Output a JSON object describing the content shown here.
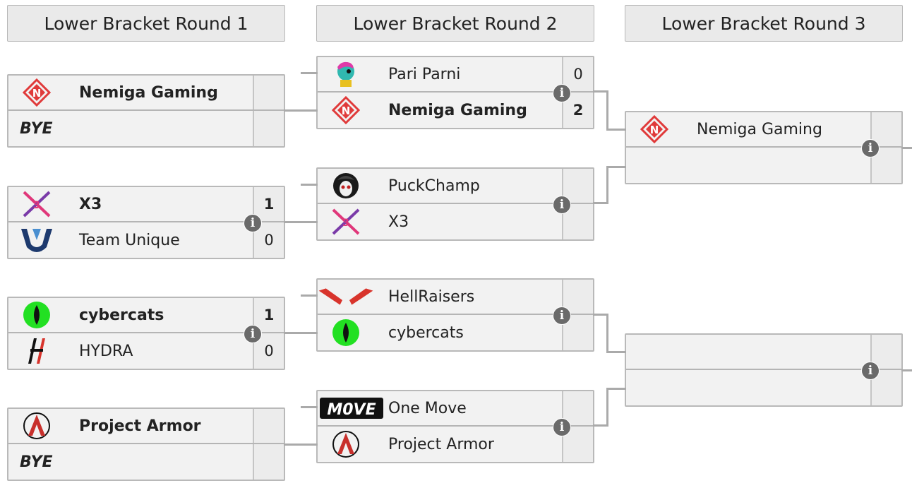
{
  "headers": {
    "round1": "Lower Bracket Round 1",
    "round2": "Lower Bracket Round 2",
    "round3": "Lower Bracket Round 3"
  },
  "round1": {
    "m1": {
      "top": {
        "name": "Nemiga Gaming",
        "score": ""
      },
      "bottom": {
        "name": "BYE",
        "score": ""
      }
    },
    "m2": {
      "top": {
        "name": "X3",
        "score": "1"
      },
      "bottom": {
        "name": "Team Unique",
        "score": "0"
      }
    },
    "m3": {
      "top": {
        "name": "cybercats",
        "score": "1"
      },
      "bottom": {
        "name": "HYDRA",
        "score": "0"
      }
    },
    "m4": {
      "top": {
        "name": "Project Armor",
        "score": ""
      },
      "bottom": {
        "name": "BYE",
        "score": ""
      }
    }
  },
  "round2": {
    "m1": {
      "top": {
        "name": "Pari Parni",
        "score": "0"
      },
      "bottom": {
        "name": "Nemiga Gaming",
        "score": "2"
      }
    },
    "m2": {
      "top": {
        "name": "PuckChamp",
        "score": ""
      },
      "bottom": {
        "name": "X3",
        "score": ""
      }
    },
    "m3": {
      "top": {
        "name": "HellRaisers",
        "score": ""
      },
      "bottom": {
        "name": "cybercats",
        "score": ""
      }
    },
    "m4": {
      "top": {
        "name": "One Move",
        "score": ""
      },
      "bottom": {
        "name": "Project Armor",
        "score": ""
      }
    }
  },
  "round3": {
    "m1": {
      "top": {
        "name": "Nemiga Gaming",
        "score": ""
      },
      "bottom": {
        "name": "",
        "score": ""
      }
    },
    "m2": {
      "top": {
        "name": "",
        "score": ""
      },
      "bottom": {
        "name": "",
        "score": ""
      }
    }
  },
  "info_glyph": "i",
  "logo_text": {
    "move": "M0VE"
  },
  "colors": {
    "nemiga": "#e03a3a",
    "x3_pink": "#e0377a",
    "x3_purple": "#7a3aa8",
    "cybercats": "#22e022",
    "hellraisers": "#d8342c",
    "unique": "#1e3a6e",
    "armor": "#c8302c",
    "connector": "#aaaaaa",
    "info": "#6a6a6a"
  }
}
